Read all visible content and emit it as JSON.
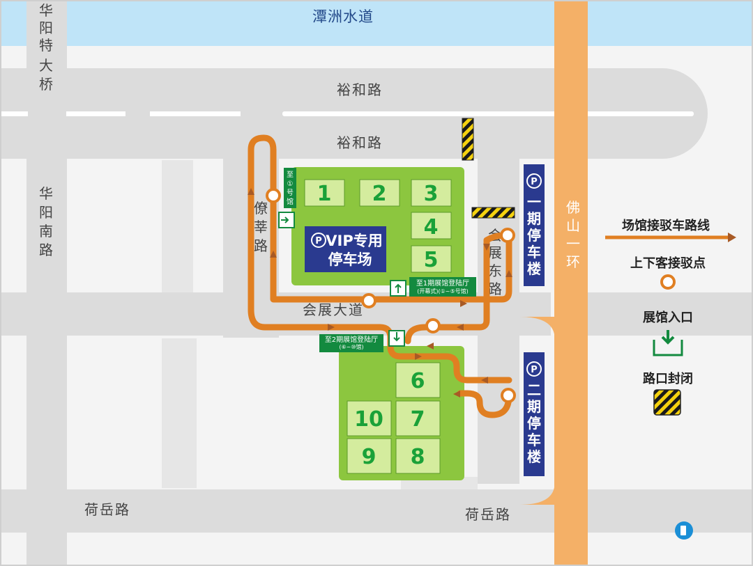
{
  "water_label": "潭洲水道",
  "roads": {
    "huayang_bridge": [
      "华",
      "阳",
      "特",
      "大",
      "桥"
    ],
    "huayang_south": [
      "华",
      "阳",
      "南",
      "路"
    ],
    "yuhe_upper": "裕和路",
    "yuhe_lower": "裕和路",
    "liaoxin": [
      "僚",
      "莘",
      "路"
    ],
    "huizhan_dadao": "会展大道",
    "huizhan_east": [
      "会",
      "展",
      "东",
      "路"
    ],
    "heyue_left": "荷岳路",
    "heyue_right": "荷岳路",
    "foshan_ring": [
      "佛",
      "山",
      "一",
      "环"
    ]
  },
  "halls": [
    "1",
    "2",
    "3",
    "4",
    "5",
    "6",
    "7",
    "8",
    "9",
    "10"
  ],
  "vip_parking": {
    "symbol": "P",
    "line1": "VIP专用",
    "line2": "停车场"
  },
  "parking_building_1": {
    "symbol": "P",
    "chars": [
      "一",
      "期",
      "停",
      "车",
      "楼"
    ]
  },
  "parking_building_2": {
    "symbol": "P",
    "chars": [
      "二",
      "期",
      "停",
      "车",
      "楼"
    ]
  },
  "signs": {
    "to_hall1": [
      "至",
      "①",
      "号",
      "馆"
    ],
    "phase1_lobby": "至1期展馆登陆厅",
    "phase1_lobby_sub": "(开幕式)(①~⑤号馆)",
    "phase2_lobby": "至2期展馆登陆厅",
    "phase2_lobby_sub": "(⑥~⑩馆)"
  },
  "legend": {
    "shuttle_route": "场馆接驳车路线",
    "pickup_point": "上下客接驳点",
    "entrance": "展馆入口",
    "road_closed": "路口封闭"
  },
  "colors": {
    "route": "#e07f22",
    "route_dark": "#a85a25",
    "road": "#dcdcdc",
    "green_block": "#8cc63f",
    "hall": "#d4ec9e",
    "navy": "#2a3a8f",
    "water": "#bfe4f8",
    "ring": "#f4b067",
    "sign_green": "#138a3f"
  },
  "icons": [
    "entrance-icon",
    "road-closed-icon",
    "parking-icon",
    "gas-station-icon"
  ]
}
